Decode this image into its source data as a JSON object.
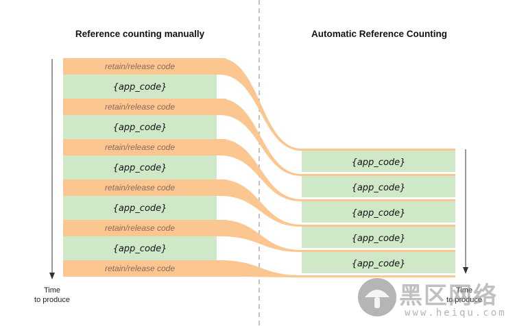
{
  "left": {
    "heading": "Reference counting manually",
    "rows": [
      {
        "kind": "retain",
        "label": "retain/release code"
      },
      {
        "kind": "app",
        "label": "{app_code}"
      },
      {
        "kind": "retain",
        "label": "retain/release code"
      },
      {
        "kind": "app",
        "label": "{app_code}"
      },
      {
        "kind": "retain",
        "label": "retain/release code"
      },
      {
        "kind": "app",
        "label": "{app_code}"
      },
      {
        "kind": "retain",
        "label": "retain/release code"
      },
      {
        "kind": "app",
        "label": "{app_code}"
      },
      {
        "kind": "retain",
        "label": "retain/release code"
      },
      {
        "kind": "app",
        "label": "{app_code}"
      },
      {
        "kind": "retain",
        "label": "retain/release code"
      }
    ],
    "time_label_line1": "Time",
    "time_label_line2": "to produce"
  },
  "right": {
    "heading": "Automatic Reference Counting",
    "rows": [
      {
        "label": "{app_code}"
      },
      {
        "label": "{app_code}"
      },
      {
        "label": "{app_code}"
      },
      {
        "label": "{app_code}"
      },
      {
        "label": "{app_code}"
      }
    ],
    "time_label_line1": "Time",
    "time_label_line2": "to produce"
  },
  "watermark": {
    "text": "黑区网络",
    "url": "www.heiqu.com"
  },
  "colors": {
    "retain": "#fcc690",
    "retain_text": "#8a6a55",
    "app": "#cfe8c8",
    "app_text": "#111111",
    "divider": "#999999"
  }
}
